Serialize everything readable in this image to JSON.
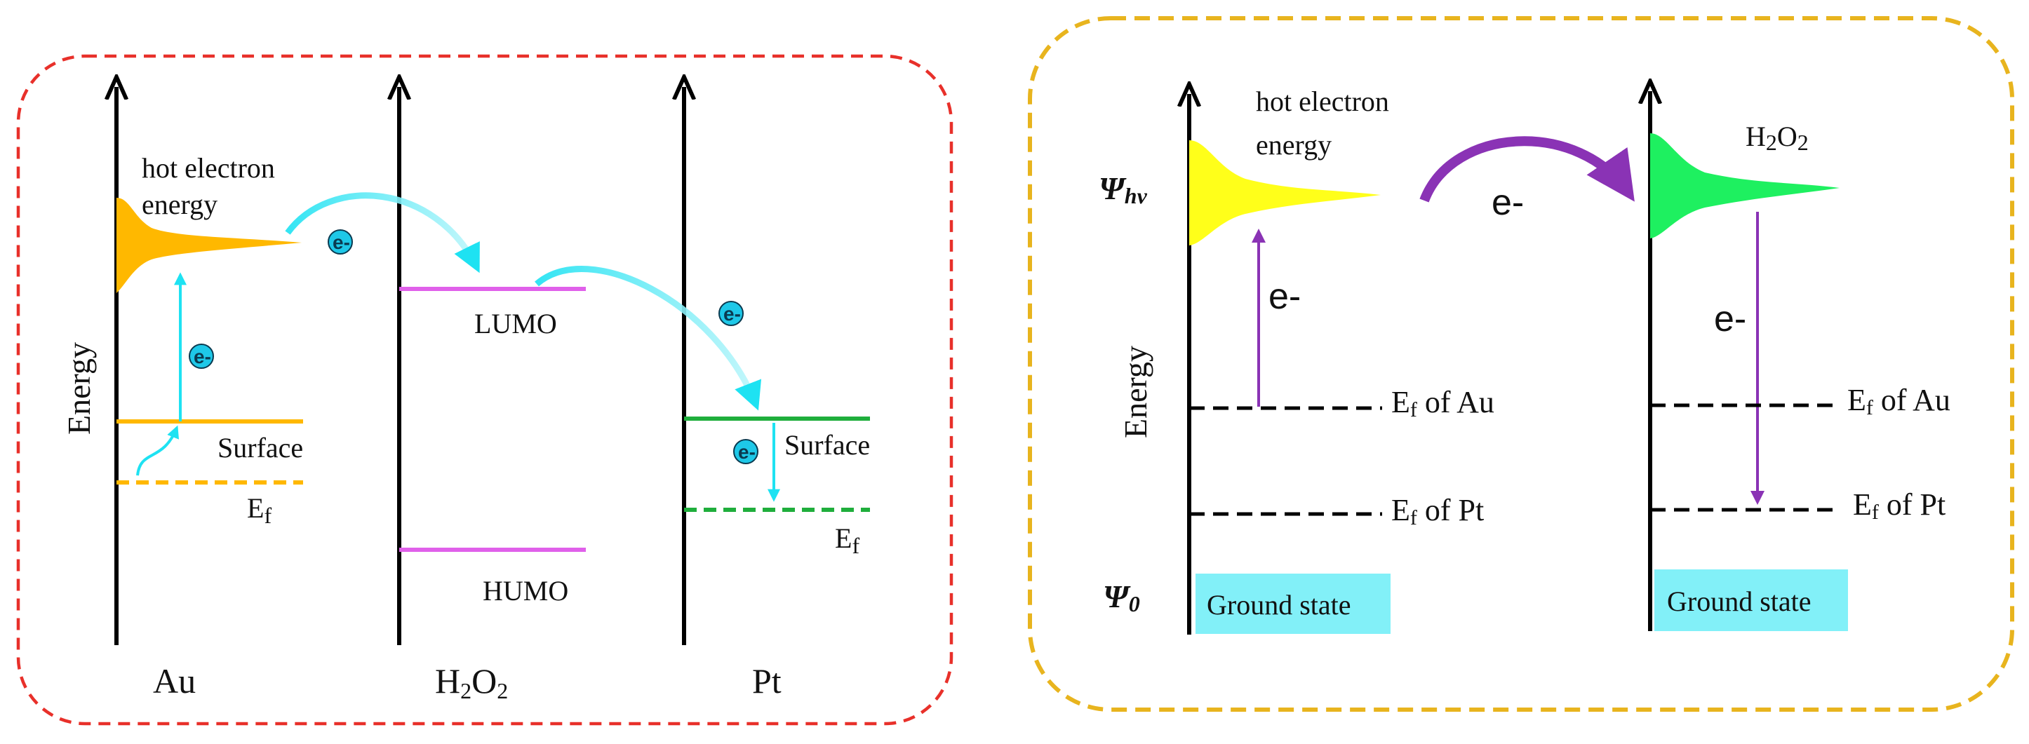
{
  "colors": {
    "left_frame": "#e8302a",
    "right_frame": "#e8b41e",
    "gold": "#ffb800",
    "magenta": "#e060ea",
    "green": "#1fae3c",
    "cyan": "#1ee2f2",
    "yellow": "#ffff1a",
    "bright_green": "#1ef060",
    "purple": "#8a33b5",
    "ground_box": "#82f0f8"
  },
  "left_panel": {
    "energy_label": "Energy",
    "columns": {
      "au": "Au",
      "h2o2": {
        "base1": "H",
        "sub1": "2",
        "base2": "O",
        "sub2": "2"
      },
      "pt": "Pt"
    },
    "hot_electron_line1": "hot electron",
    "hot_electron_line2": "energy",
    "lumo_label": "LUMO",
    "humo_label": "HUMO",
    "surface_au": "Surface",
    "surface_pt": "Surface",
    "ef_au": {
      "base": "E",
      "sub": "f"
    },
    "ef_pt": {
      "base": "E",
      "sub": "f"
    },
    "electron": "e-"
  },
  "right_panel": {
    "energy_label": "Energy",
    "psi_hv": {
      "base": "Ψ",
      "sub": "hv"
    },
    "psi_0": {
      "base": "Ψ",
      "sub": "0"
    },
    "hot_electron_line1": "hot electron",
    "hot_electron_line2": "energy",
    "h2o2": {
      "base1": "H",
      "sub1": "2",
      "base2": "O",
      "sub2": "2"
    },
    "transfer_e": "e-",
    "left_e": "e-",
    "right_e": "e-",
    "ef_au_left": {
      "base": "E",
      "sub": "f",
      "rest": " of Au"
    },
    "ef_pt_left": {
      "base": "E",
      "sub": "f",
      "rest": " of Pt"
    },
    "ef_au_right": {
      "base": "E",
      "sub": "f",
      "rest": " of Au"
    },
    "ef_pt_right": {
      "base": "E",
      "sub": "f",
      "rest": " of Pt"
    },
    "ground_left": "Ground state",
    "ground_right": "Ground state"
  }
}
